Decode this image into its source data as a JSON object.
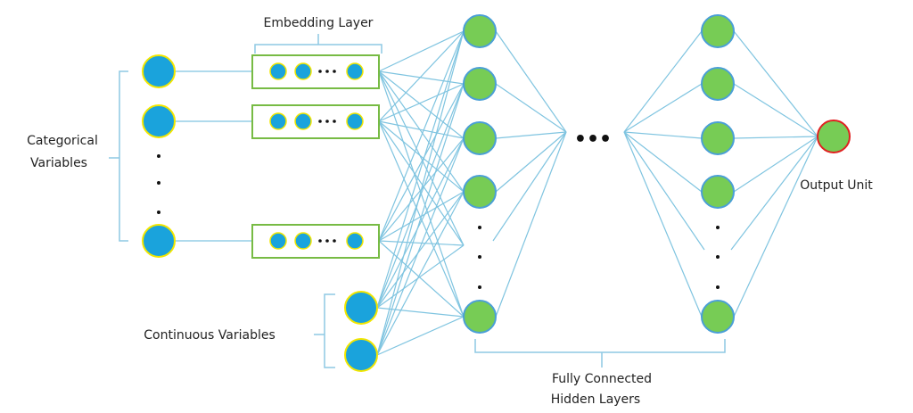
{
  "labels": {
    "embedding_layer": "Embedding Layer",
    "categorical_line1": "Categorical",
    "categorical_line2": "Variables",
    "continuous": "Continuous Variables",
    "output_unit": "Output Unit",
    "hidden_line1": "Fully Connected",
    "hidden_line2": "Hidden Layers",
    "ellipsis": "•••"
  },
  "colors": {
    "input_node": "#1aa3dc",
    "input_stroke": "#f2e600",
    "hidden_node": "#77cc55",
    "hidden_stroke": "#4a9fd6",
    "output_stroke": "#e02020",
    "edge": "#7fc4e0",
    "embedding_box": "#77bb44"
  }
}
